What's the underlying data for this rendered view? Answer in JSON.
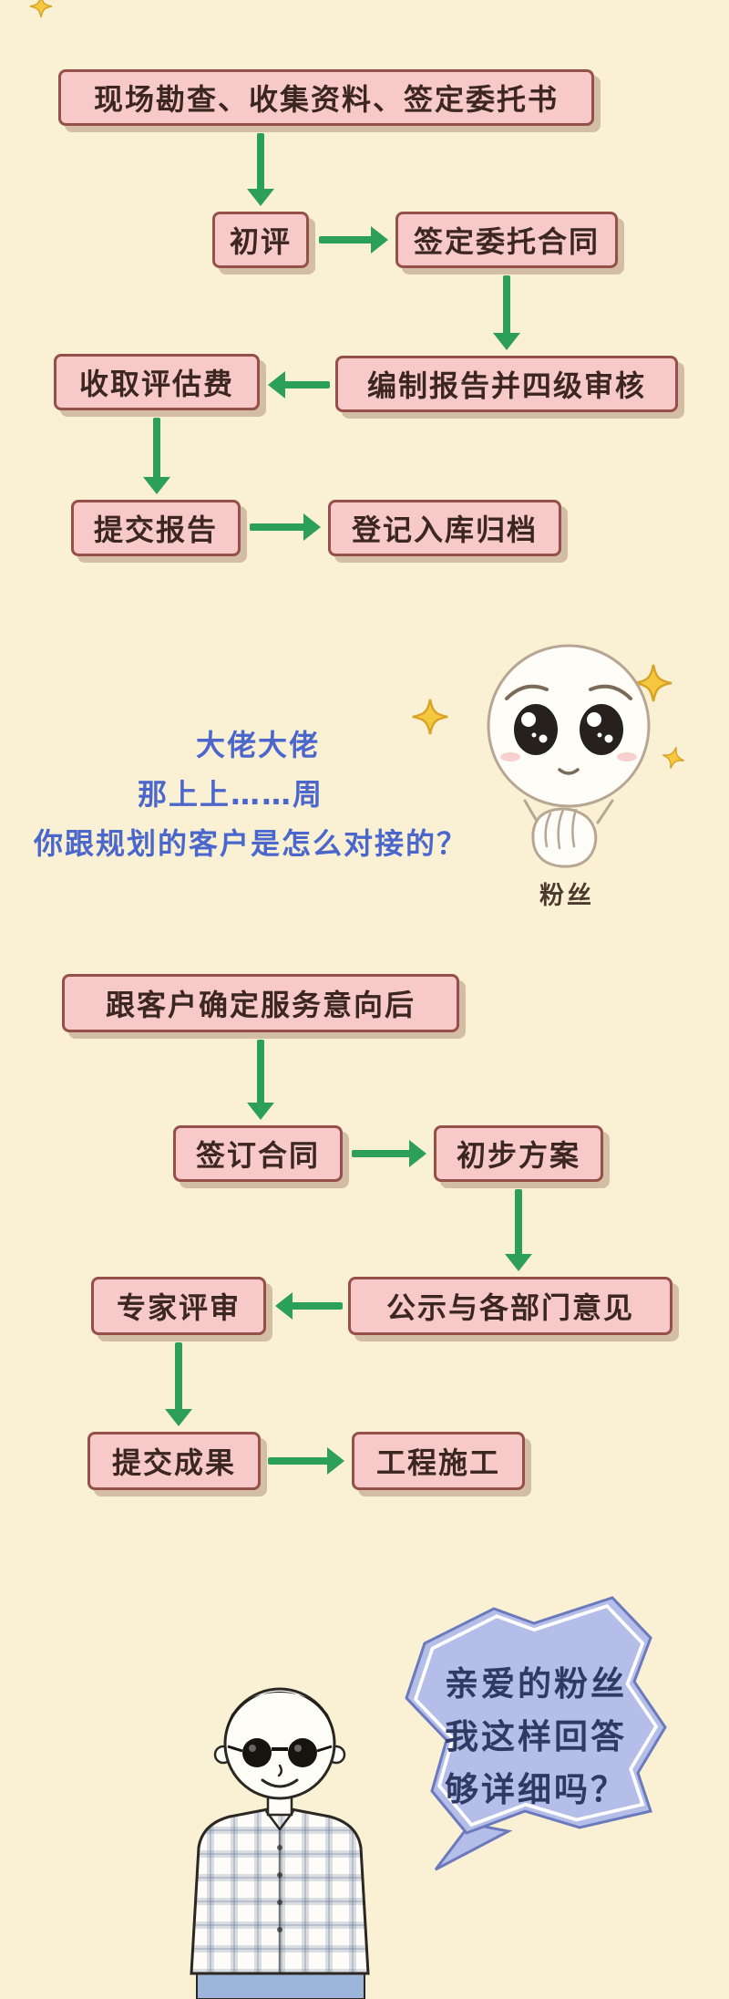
{
  "colors": {
    "background": "#FAF1D4",
    "box_fill": "#F8C9C9",
    "box_border": "#96504A",
    "box_text": "#3B2620",
    "arrow_green": "#2CA05A",
    "question_text_blue": "#4B67CB",
    "sparkle_yellow": "#F6C83F",
    "bubble_fill": "#B5BEE9",
    "bubble_border": "#6B79BD",
    "bubble_text": "#2F3A63"
  },
  "flow1": {
    "boxes": [
      {
        "label": "现场勘查、收集资料、签定委托书"
      },
      {
        "label": "初评"
      },
      {
        "label": "签定委托合同"
      },
      {
        "label": "编制报告并四级审核"
      },
      {
        "label": "收取评估费"
      },
      {
        "label": "提交报告"
      },
      {
        "label": "登记入库归档"
      }
    ]
  },
  "question": {
    "lines": [
      "大佬大佬",
      "那上上……周",
      "你跟规划的客户是怎么对接的？"
    ],
    "character_label": "粉丝"
  },
  "flow2": {
    "boxes": [
      {
        "label": "跟客户确定服务意向后"
      },
      {
        "label": "签订合同"
      },
      {
        "label": "初步方案"
      },
      {
        "label": "公示与各部门意见"
      },
      {
        "label": "专家评审"
      },
      {
        "label": "提交成果"
      },
      {
        "label": "工程施工"
      }
    ]
  },
  "answer": {
    "lines": [
      "亲爱的粉丝",
      "我这样回答",
      "够详细吗？"
    ]
  }
}
